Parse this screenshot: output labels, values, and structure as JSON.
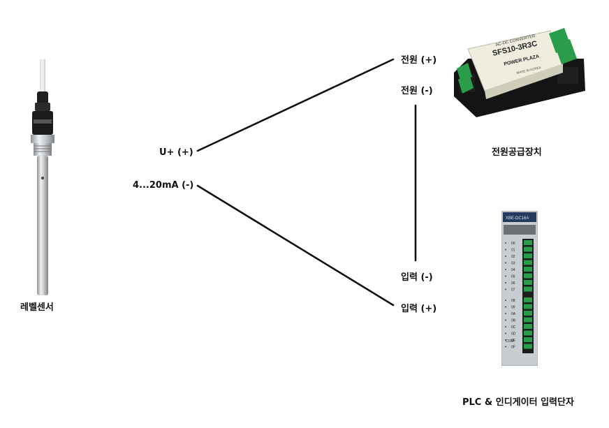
{
  "sensor": {
    "caption": "레벨센서",
    "terminals": {
      "plus": "U+ (+)",
      "minus": "4...20mA (-)"
    }
  },
  "power_supply": {
    "caption": "전원공급장치",
    "model": "SFS10-3R3C",
    "header": "AC-DC CONVERTER",
    "brand": "POWER PLAZA",
    "origin": "MADE IN KOREA",
    "terminals": {
      "plus": "전원 (+)",
      "minus": "전원 (-)"
    }
  },
  "plc": {
    "caption": "PLC & 인디게이터 입력단자",
    "header": "XBE-DC16A",
    "channels": [
      "00",
      "01",
      "02",
      "03",
      "04",
      "05",
      "06",
      "07",
      "08",
      "09",
      "0A",
      "0B",
      "0C",
      "0D",
      "0E",
      "0F"
    ],
    "common": "COM",
    "terminals": {
      "minus": "입력 (-)",
      "plus": "입력 (+)"
    }
  },
  "colors": {
    "wire": "#111111",
    "terminal_green": "#2a9d4a",
    "module_body": "#c8cdd2",
    "converter_body": "#efeede"
  }
}
